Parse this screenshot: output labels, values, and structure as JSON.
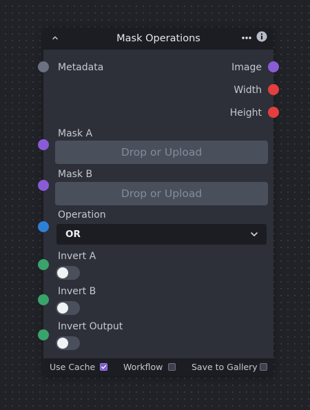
{
  "node": {
    "title": "Mask Operations",
    "icons": {
      "collapse": "chevron-up-icon",
      "menu": "more-horizontal-icon",
      "info": "info-icon"
    }
  },
  "inputs": {
    "metadata": "Metadata",
    "mask_a": {
      "label": "Mask A",
      "dropzone": "Drop or Upload"
    },
    "mask_b": {
      "label": "Mask B",
      "dropzone": "Drop or Upload"
    },
    "operation": {
      "label": "Operation",
      "value": "OR"
    },
    "invert_a": {
      "label": "Invert A",
      "value": false
    },
    "invert_b": {
      "label": "Invert B",
      "value": false
    },
    "invert_output": {
      "label": "Invert Output",
      "value": false
    }
  },
  "outputs": {
    "image": "Image",
    "width": "Width",
    "height": "Height"
  },
  "footer": {
    "use_cache": {
      "label": "Use Cache",
      "checked": true
    },
    "workflow": {
      "label": "Workflow",
      "checked": false
    },
    "save_to_gallery": {
      "label": "Save to Gallery",
      "checked": false
    }
  },
  "colors": {
    "background": "#202227",
    "node_body": "#2d3039",
    "node_header": "#1b1d22",
    "handle_metadata": "#6b7180",
    "handle_image": "#8a5bd6",
    "handle_int": "#e53e3e",
    "handle_enum": "#2f7fd6",
    "handle_bool": "#3aa36b",
    "checkbox_checked": "#7c5bd1"
  }
}
